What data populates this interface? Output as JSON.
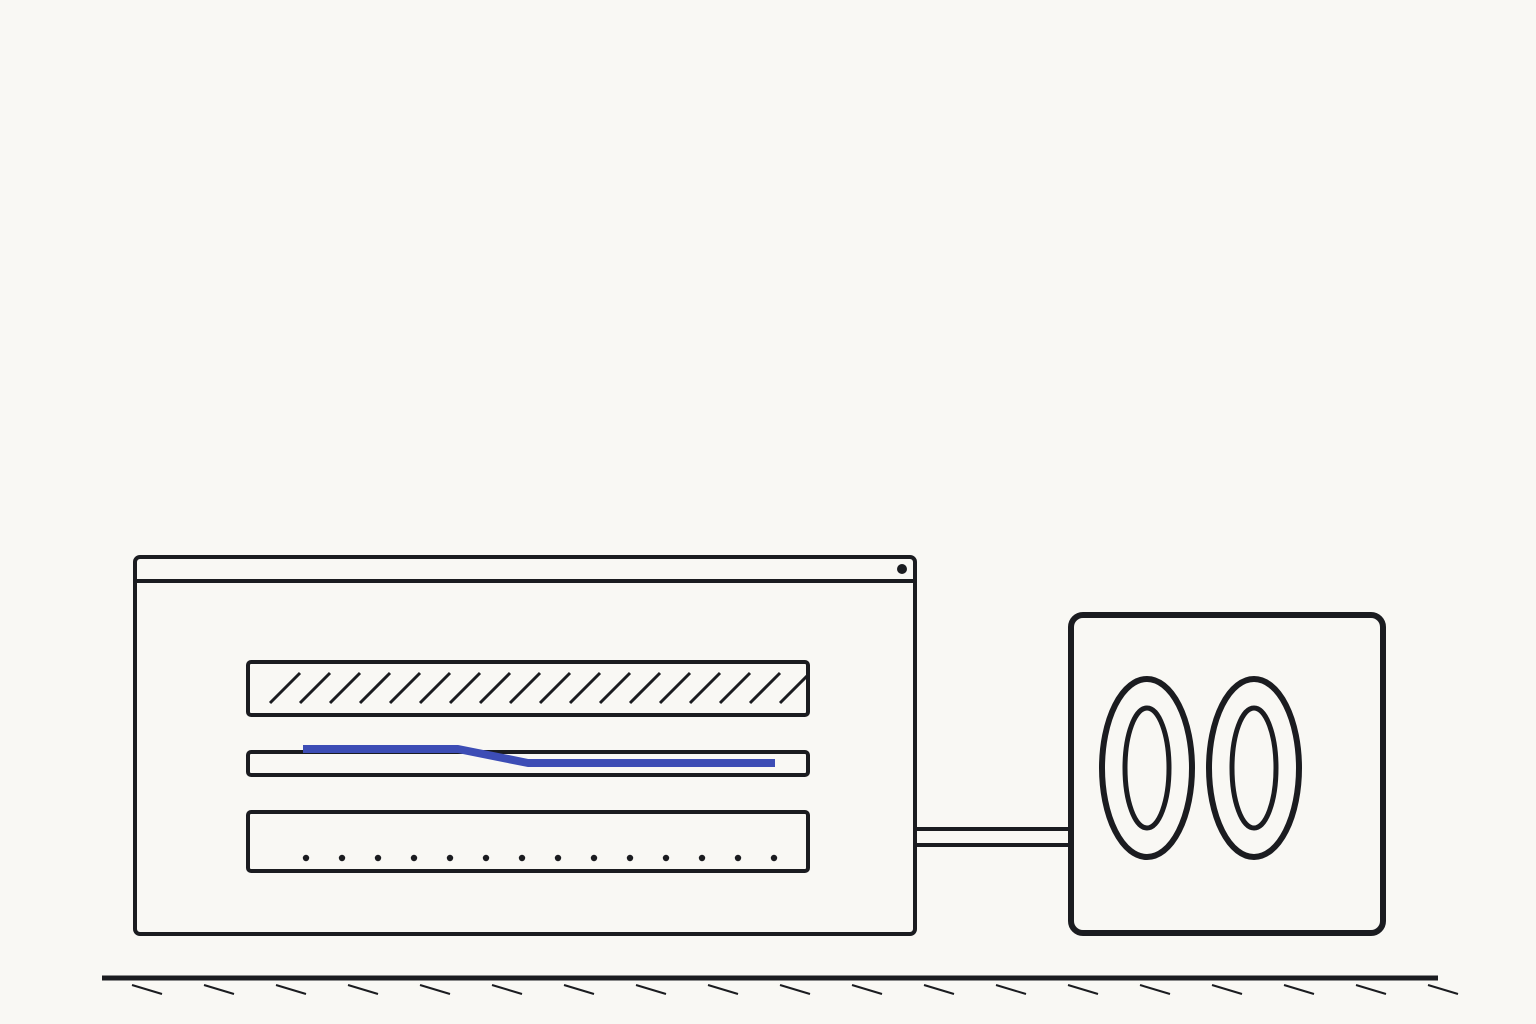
{
  "diagram": {
    "colors": {
      "background": "#f9f8f4",
      "stroke": "#1b1c20",
      "accent_line": "#3d4db5"
    },
    "cabinet": {
      "status_indicator": "dot",
      "bars": [
        {
          "pattern": "diagonal-hatch"
        },
        {
          "pattern": "stepped-line",
          "line_color": "#3d4db5"
        },
        {
          "pattern": "dots",
          "count": 14
        }
      ]
    },
    "connector": {
      "style": "double-line"
    },
    "speaker": {
      "drivers": 2,
      "driver_shape": "concentric-ovals"
    },
    "ground": {
      "style": "hatched"
    }
  }
}
